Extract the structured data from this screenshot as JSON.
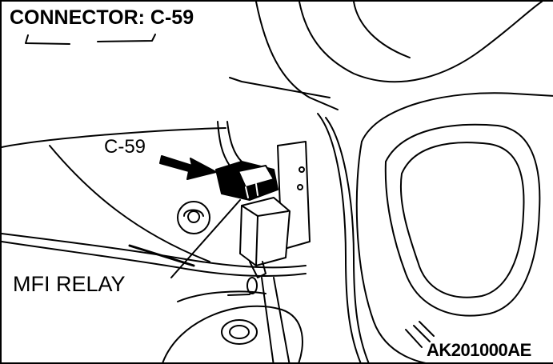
{
  "diagram": {
    "title": "CONNECTOR: C-59",
    "callouts": [
      {
        "id": "connector",
        "label": "C-59"
      },
      {
        "id": "relay",
        "label": "MFI RELAY"
      }
    ],
    "figure_code": "AK201000AE",
    "colors": {
      "ink": "#000000",
      "paper": "#ffffff"
    }
  }
}
